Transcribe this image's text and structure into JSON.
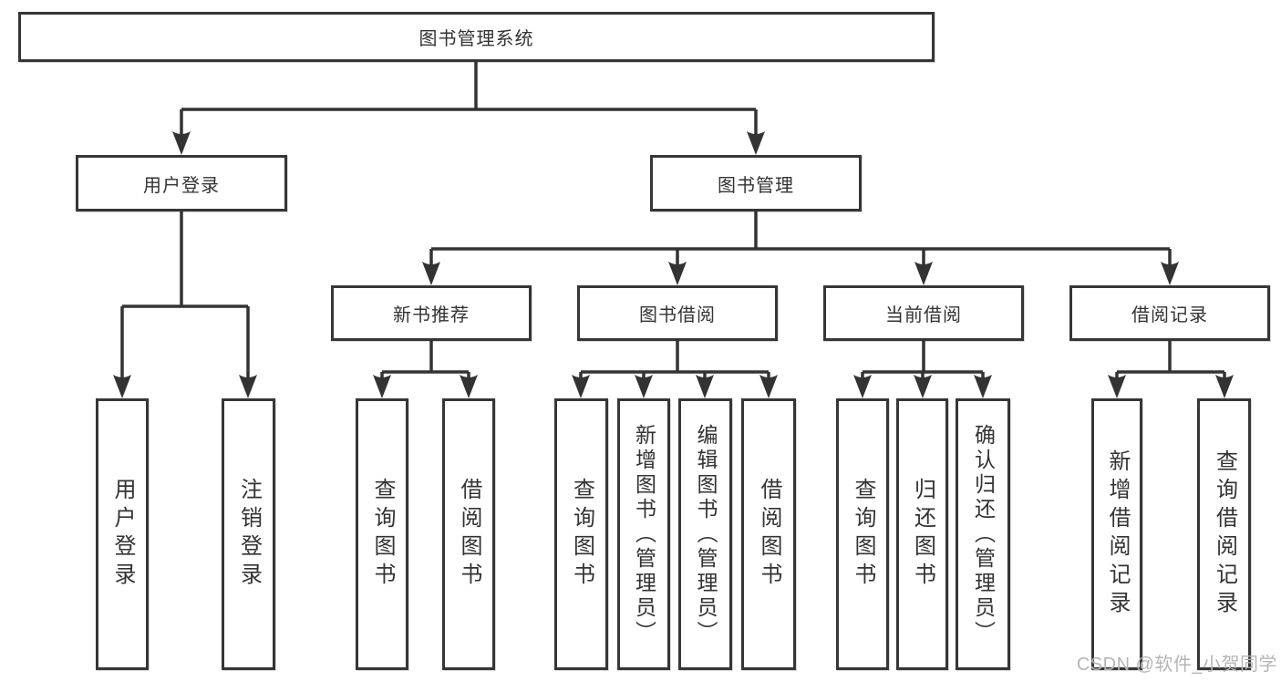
{
  "diagram": {
    "root": {
      "label": "图书管理系统"
    },
    "level2": [
      {
        "label": "用户登录"
      },
      {
        "label": "图书管理"
      }
    ],
    "level3": [
      {
        "label": "新书推荐"
      },
      {
        "label": "图书借阅"
      },
      {
        "label": "当前借阅"
      },
      {
        "label": "借阅记录"
      }
    ],
    "leaves": [
      {
        "label": "用户登录",
        "parent": "用户登录"
      },
      {
        "label": "注销登录",
        "parent": "用户登录"
      },
      {
        "label": "查询图书",
        "parent": "新书推荐"
      },
      {
        "label": "借阅图书",
        "parent": "新书推荐"
      },
      {
        "label": "查询图书",
        "parent": "图书借阅"
      },
      {
        "label": "新增图书（管理员）",
        "parent": "图书借阅"
      },
      {
        "label": "编辑图书（管理员）",
        "parent": "图书借阅"
      },
      {
        "label": "借阅图书",
        "parent": "图书借阅"
      },
      {
        "label": "查询图书",
        "parent": "当前借阅"
      },
      {
        "label": "归还图书",
        "parent": "当前借阅"
      },
      {
        "label": "确认归还（管理员）",
        "parent": "当前借阅"
      },
      {
        "label": "新增借阅记录",
        "parent": "借阅记录"
      },
      {
        "label": "查询借阅记录",
        "parent": "借阅记录"
      }
    ]
  },
  "watermark": "CSDN @软件_小贺同学",
  "colors": {
    "line": "#333333",
    "box_border": "#363636",
    "text": "#333333",
    "watermark": "#b5b5b5",
    "background": "#ffffff"
  }
}
